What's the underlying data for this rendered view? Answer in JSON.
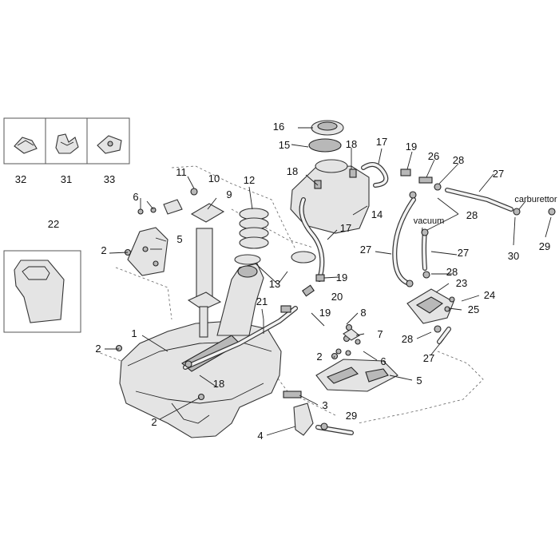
{
  "callouts": [
    "1",
    "2",
    "3",
    "4",
    "5",
    "6",
    "7",
    "8",
    "9",
    "10",
    "11",
    "12",
    "13",
    "14",
    "15",
    "16",
    "17",
    "18",
    "19",
    "20",
    "21",
    "22",
    "23",
    "24",
    "25",
    "26",
    "27",
    "28",
    "29",
    "30",
    "31",
    "32",
    "33"
  ],
  "labels": {
    "vacuum": "vacuum",
    "carburettor": "carburettor"
  }
}
